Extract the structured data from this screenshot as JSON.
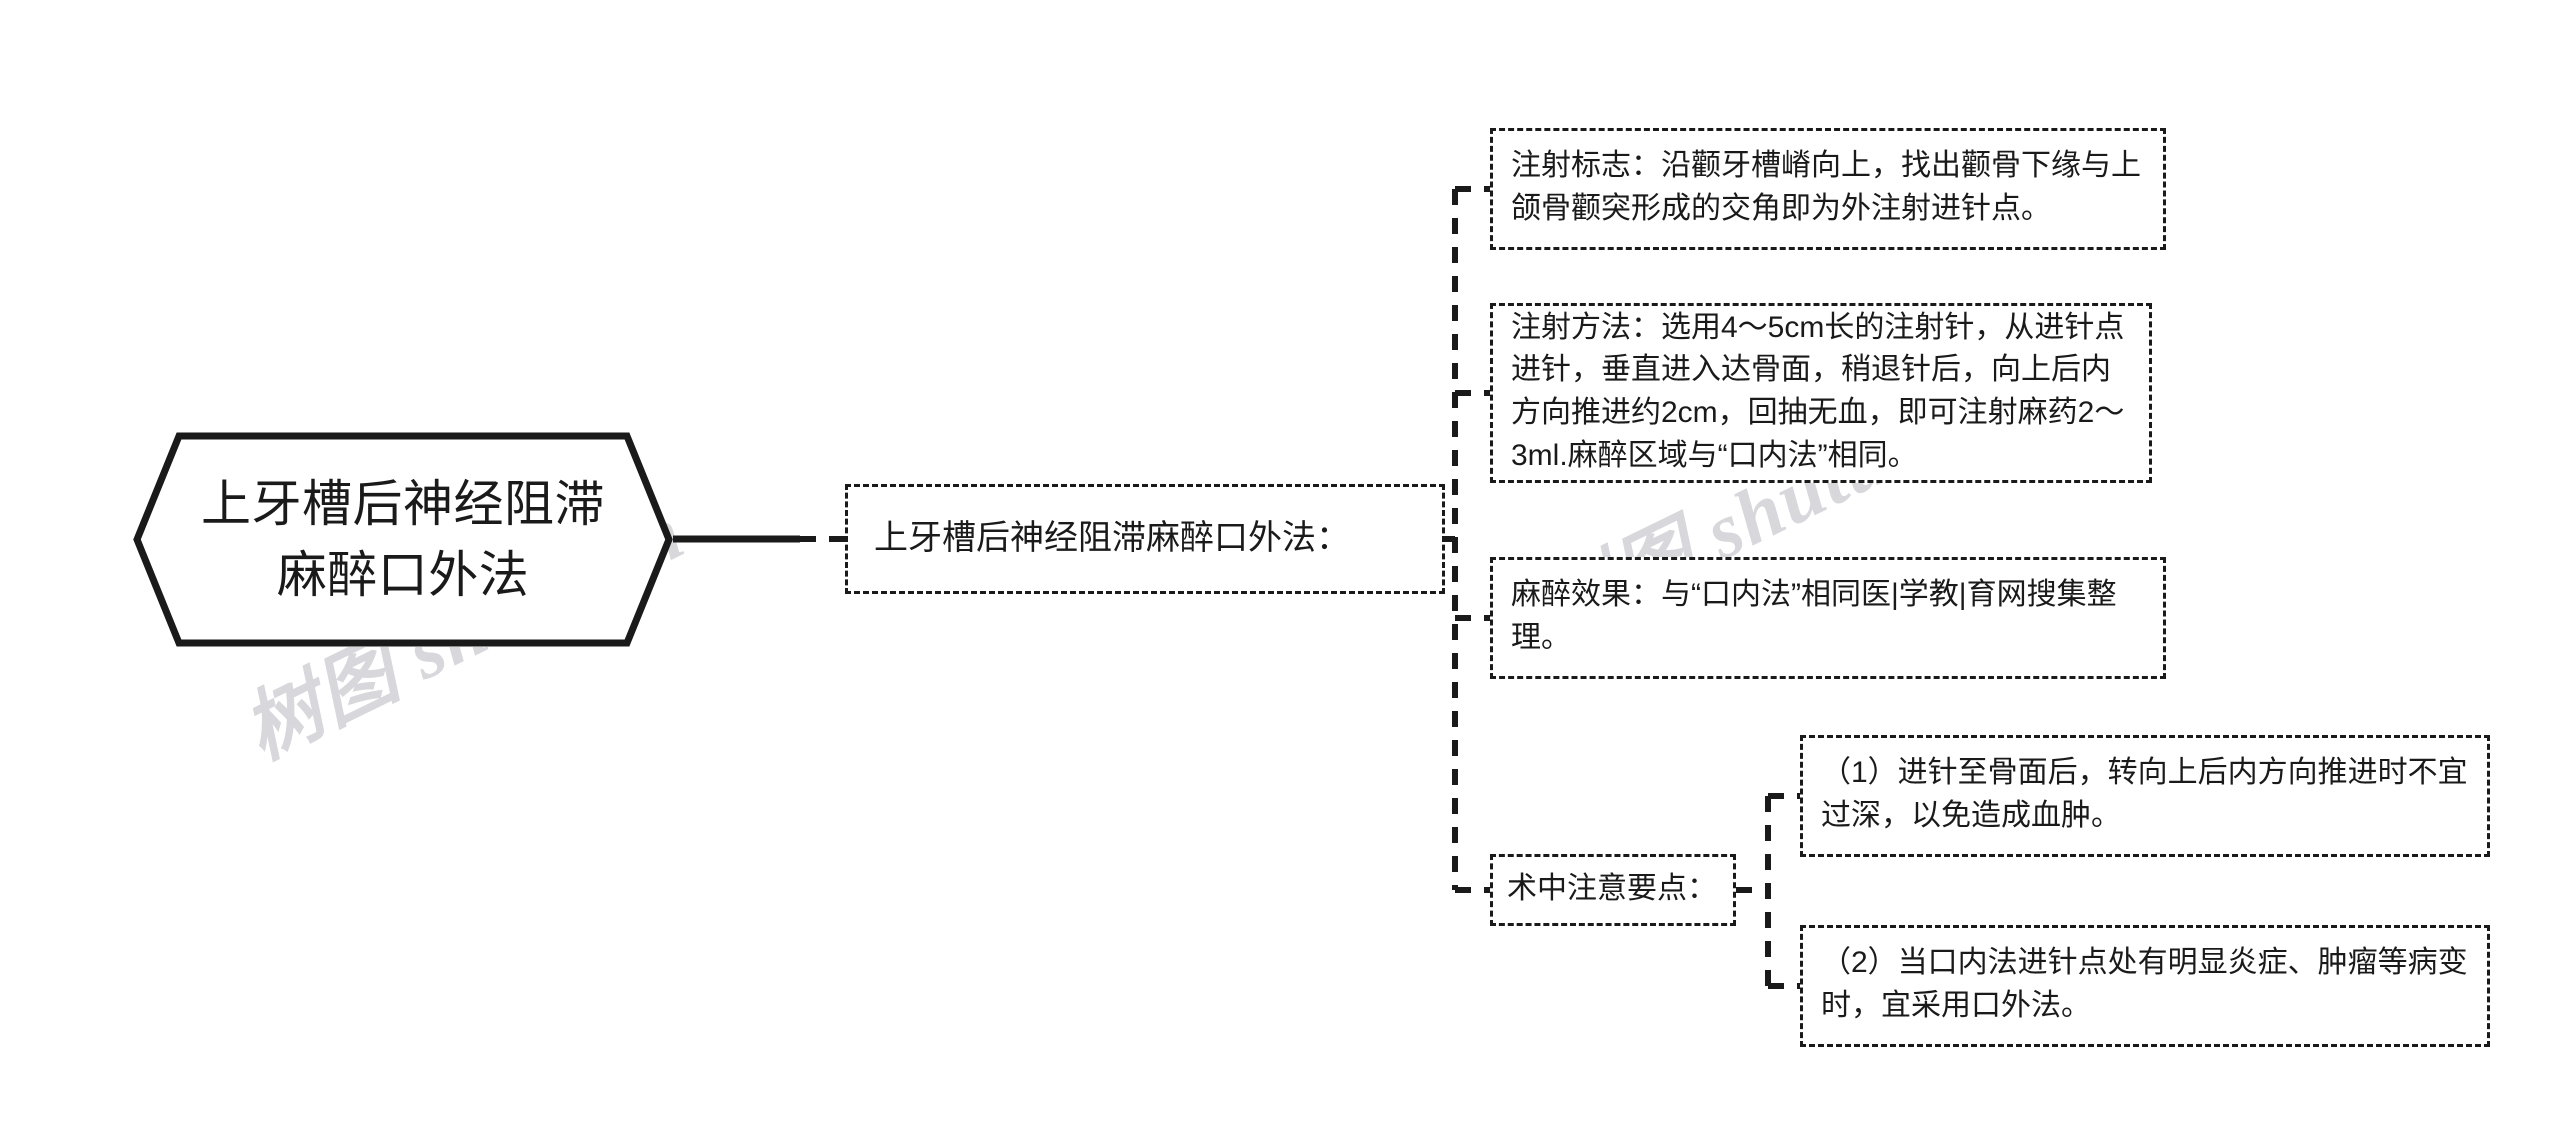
{
  "diagram": {
    "type": "mind-map",
    "orientation": "left-to-right",
    "root": {
      "label": "上牙槽后神经阻滞麻醉口外法",
      "shape": "hexagon",
      "border_color": "#1a1a1a",
      "fill_color": "#ffffff"
    },
    "level2": {
      "label": "上牙槽后神经阻滞麻醉口外法：",
      "shape": "dashed-rectangle"
    },
    "branches": [
      {
        "label": "注射标志：沿颧牙槽嵴向上，找出颧骨下缘与上颌骨颧突形成的交角即为外注射进针点。",
        "shape": "dashed-rectangle",
        "children": []
      },
      {
        "label": "注射方法：选用4～5cm长的注射针，从进针点进针，垂直进入达骨面，稍退针后，向上后内方向推进约2cm，回抽无血，即可注射麻药2～3ml.麻醉区域与“口内法”相同。",
        "shape": "dashed-rectangle",
        "children": []
      },
      {
        "label": "麻醉效果：与“口内法”相同医|学教|育网搜集整理。",
        "shape": "dashed-rectangle",
        "children": []
      },
      {
        "label": "术中注意要点：",
        "shape": "dashed-rectangle",
        "children": [
          {
            "label": "（1）进针至骨面后，转向上后内方向推进时不宜过深，以免造成血肿。",
            "shape": "dashed-rectangle"
          },
          {
            "label": "（2）当口内法进针点处有明显炎症、肿瘤等病变时，宜采用口外法。",
            "shape": "dashed-rectangle"
          }
        ]
      }
    ],
    "watermarks": [
      {
        "text": "树图 shutu.cn",
        "color": "#c9c9cf"
      },
      {
        "text": "树图 shutu.cn",
        "color": "#c9c9cf"
      }
    ],
    "colors": {
      "background": "#ffffff",
      "line": "#1a1a1a",
      "text": "#1a1a1a",
      "watermark": "#c9c9cf"
    }
  }
}
